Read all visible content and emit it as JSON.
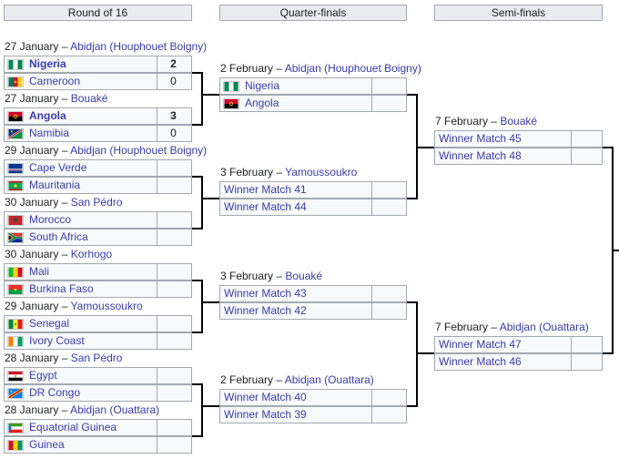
{
  "headers": {
    "r16": "Round of 16",
    "qf": "Quarter-finals",
    "sf": "Semi-finals"
  },
  "r16": [
    {
      "date": "27 January – ",
      "venue": "Abidjan (Houphouet Boigny)",
      "teams": [
        {
          "name": "Nigeria",
          "score": "2",
          "winner": true,
          "flag": "ng"
        },
        {
          "name": "Cameroon",
          "score": "0",
          "winner": false,
          "flag": "cm"
        }
      ]
    },
    {
      "date": "27 January – ",
      "venue": "Bouaké",
      "teams": [
        {
          "name": "Angola",
          "score": "3",
          "winner": true,
          "flag": "ao"
        },
        {
          "name": "Namibia",
          "score": "0",
          "winner": false,
          "flag": "na"
        }
      ]
    },
    {
      "date": "29 January – ",
      "venue": "Abidjan (Houphouet Boigny)",
      "teams": [
        {
          "name": "Cape Verde",
          "score": "",
          "winner": false,
          "flag": "cv"
        },
        {
          "name": "Mauritania",
          "score": "",
          "winner": false,
          "flag": "mr"
        }
      ]
    },
    {
      "date": "30 January – ",
      "venue": "San Pédro",
      "teams": [
        {
          "name": "Morocco",
          "score": "",
          "winner": false,
          "flag": "ma"
        },
        {
          "name": "South Africa",
          "score": "",
          "winner": false,
          "flag": "za"
        }
      ]
    },
    {
      "date": "30 January – ",
      "venue": "Korhogo",
      "teams": [
        {
          "name": "Mali",
          "score": "",
          "winner": false,
          "flag": "ml"
        },
        {
          "name": "Burkina Faso",
          "score": "",
          "winner": false,
          "flag": "bf"
        }
      ]
    },
    {
      "date": "29 January – ",
      "venue": "Yamoussoukro",
      "teams": [
        {
          "name": "Senegal",
          "score": "",
          "winner": false,
          "flag": "sn"
        },
        {
          "name": "Ivory Coast",
          "score": "",
          "winner": false,
          "flag": "ci"
        }
      ]
    },
    {
      "date": "28 January – ",
      "venue": "San Pédro",
      "teams": [
        {
          "name": "Egypt",
          "score": "",
          "winner": false,
          "flag": "eg"
        },
        {
          "name": "DR Congo",
          "score": "",
          "winner": false,
          "flag": "cd"
        }
      ]
    },
    {
      "date": "28 January – ",
      "venue": "Abidjan (Ouattara)",
      "teams": [
        {
          "name": "Equatorial Guinea",
          "score": "",
          "winner": false,
          "flag": "gq"
        },
        {
          "name": "Guinea",
          "score": "",
          "winner": false,
          "flag": "gn"
        }
      ]
    }
  ],
  "qf": [
    {
      "date": "2 February – ",
      "venue": "Abidjan (Houphouet Boigny)",
      "teams": [
        {
          "name": "Nigeria",
          "flag": "ng",
          "link": true
        },
        {
          "name": "Angola",
          "flag": "ao",
          "link": true
        }
      ]
    },
    {
      "date": "3 February – ",
      "venue": "Yamoussoukro",
      "teams": [
        {
          "name": "Winner Match 41"
        },
        {
          "name": "Winner Match 44"
        }
      ]
    },
    {
      "date": "3 February – ",
      "venue": "Bouaké",
      "teams": [
        {
          "name": "Winner Match 43"
        },
        {
          "name": "Winner Match 42"
        }
      ]
    },
    {
      "date": "2 February – ",
      "venue": "Abidjan (Ouattara)",
      "teams": [
        {
          "name": "Winner Match 40"
        },
        {
          "name": "Winner Match 39"
        }
      ]
    }
  ],
  "sf": [
    {
      "date": "7 February – ",
      "venue": "Bouaké",
      "teams": [
        {
          "name": "Winner Match 45"
        },
        {
          "name": "Winner Match 48"
        }
      ]
    },
    {
      "date": "7 February – ",
      "venue": "Abidjan (Ouattara)",
      "teams": [
        {
          "name": "Winner Match 47"
        },
        {
          "name": "Winner Match 46"
        }
      ]
    }
  ],
  "colors": {
    "link": "#3a3ab0",
    "border": "#a2a9b1",
    "header_bg": "#eaecf0",
    "row_bg": "#f8f9fa"
  }
}
